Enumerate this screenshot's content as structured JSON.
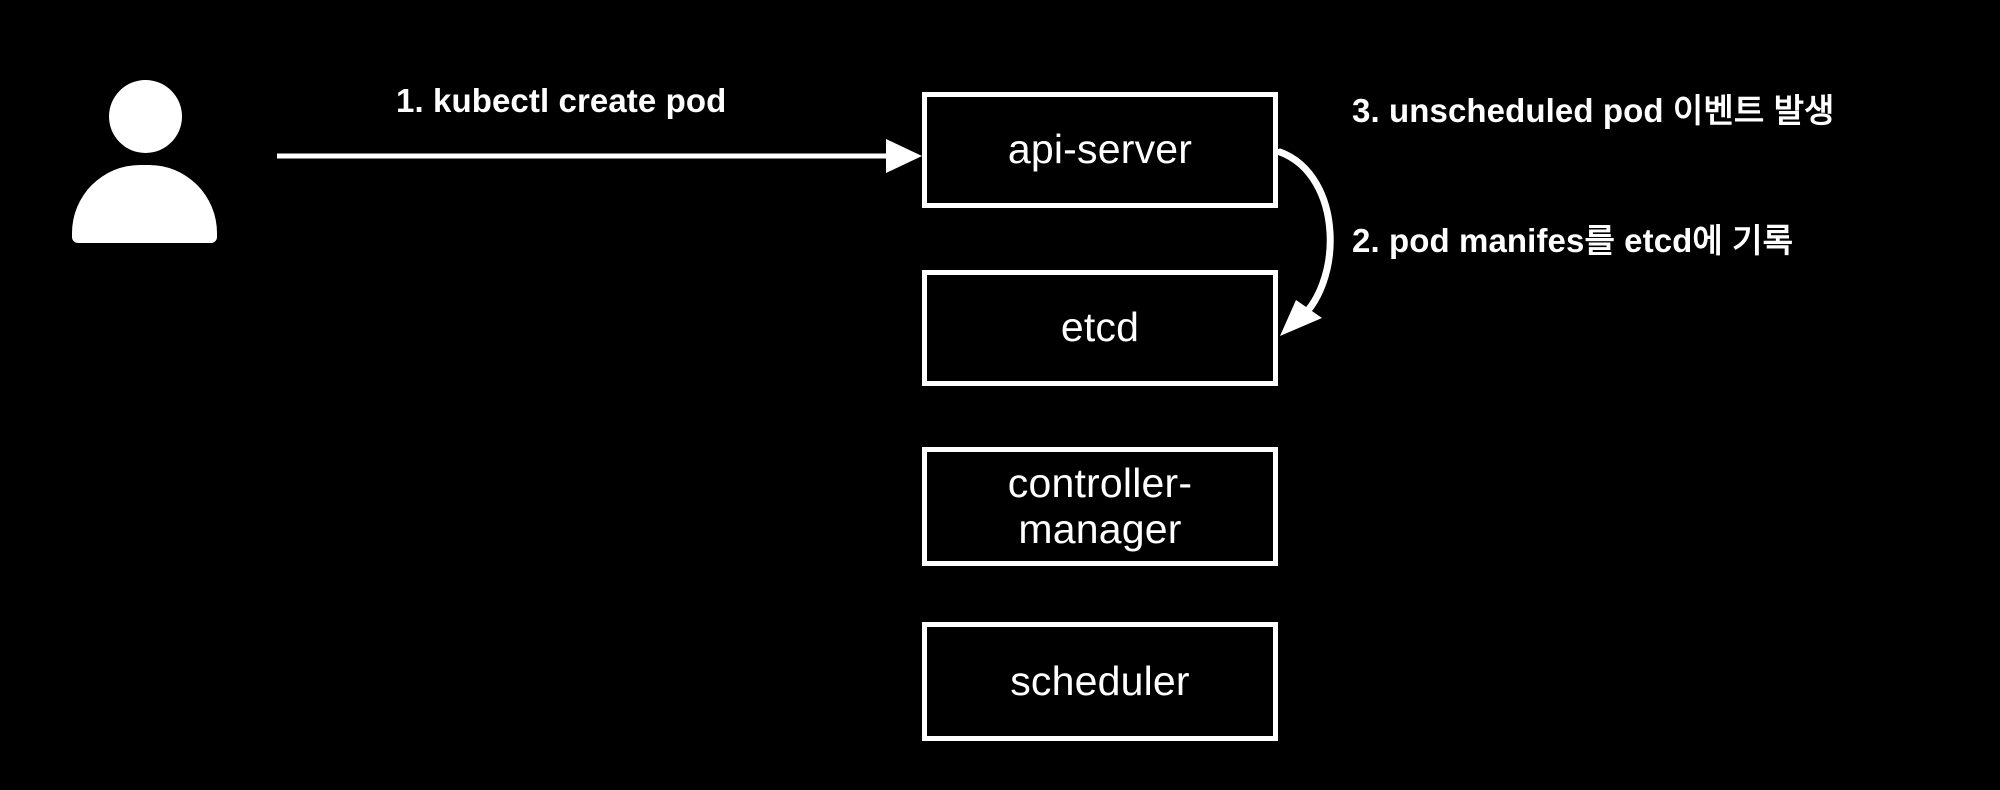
{
  "diagram": {
    "title": "Kubernetes pod creation flow",
    "background_color": "#000000",
    "foreground_color": "#ffffff"
  },
  "actor": {
    "name": "user"
  },
  "nodes": [
    {
      "id": "api-server",
      "label": "api-server"
    },
    {
      "id": "etcd",
      "label": "etcd"
    },
    {
      "id": "controller-manager",
      "label": "controller-\nmanager"
    },
    {
      "id": "scheduler",
      "label": "scheduler"
    }
  ],
  "steps": [
    {
      "number": "1",
      "text": "1. kubectl create pod"
    },
    {
      "number": "2",
      "text": "2. pod manifes를 etcd에 기록"
    },
    {
      "number": "3",
      "text": "3. unscheduled pod 이벤트 발생"
    }
  ],
  "connections": [
    {
      "id": "user-to-api-server",
      "from": "user",
      "to": "api-server",
      "style": "straight-arrow"
    },
    {
      "id": "api-server-to-etcd",
      "from": "api-server",
      "to": "etcd",
      "style": "curved-arrow"
    }
  ]
}
